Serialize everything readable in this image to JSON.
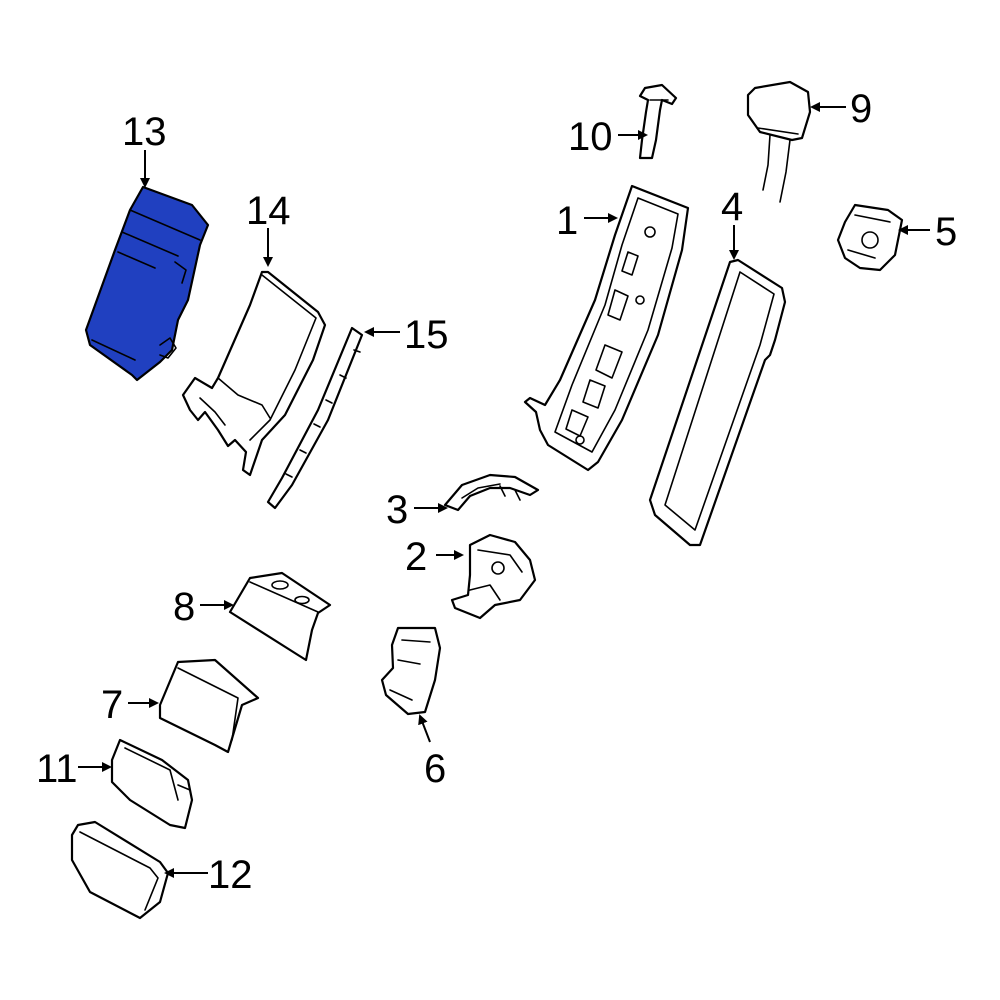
{
  "colors": {
    "highlight": "#2040c0",
    "line": "#000000",
    "background": "#ffffff"
  },
  "callouts": {
    "c1": "1",
    "c2": "2",
    "c3": "3",
    "c4": "4",
    "c5": "5",
    "c6": "6",
    "c7": "7",
    "c8": "8",
    "c9": "9",
    "c10": "10",
    "c11": "11",
    "c12": "12",
    "c13": "13",
    "c14": "14",
    "c15": "15"
  }
}
